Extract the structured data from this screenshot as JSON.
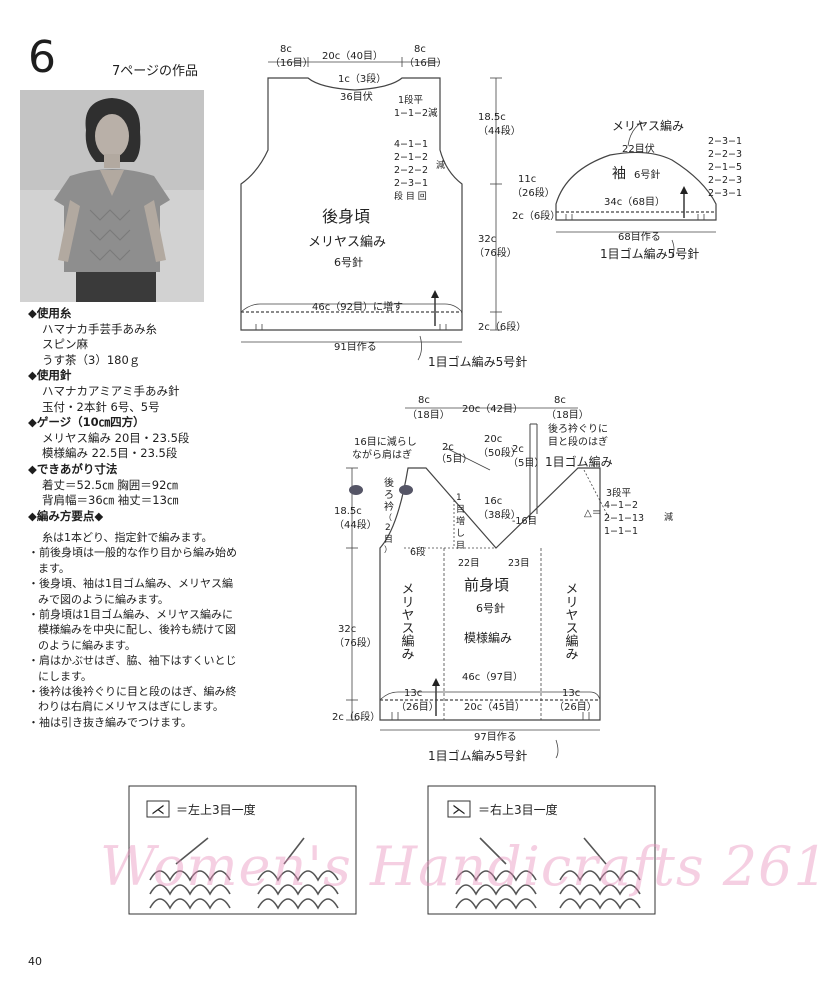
{
  "page": {
    "pattern_number": "6",
    "reference": "7ページの作品",
    "page_number": "40"
  },
  "materials": {
    "yarn_header": "◆使用糸",
    "yarn_lines": [
      "ハマナカ手芸手あみ糸",
      "スピン麻",
      "うす茶（3）180ｇ"
    ],
    "needle_header": "◆使用針",
    "needle_lines": [
      "ハマナカアミアミ手あみ針",
      "玉付・2本針 6号、5号"
    ],
    "gauge_header": "◆ゲージ（10㎝四方）",
    "gauge_lines": [
      "メリヤス編み 20目・23.5段",
      "模様編み 22.5目・23.5段"
    ],
    "size_header": "◆できあがり寸法",
    "size_lines": [
      "着丈＝52.5㎝ 胸囲＝92㎝",
      "背肩幅＝36㎝ 袖丈＝13㎝"
    ],
    "points_header": "◆編み方要点◆"
  },
  "notes": [
    "糸は1本どり、指定針で編みます。",
    "・前後身頃は一般的な作り目から編み始めます。",
    "・後身頃、袖は1目ゴム編み、メリヤス編みで図のように編みます。",
    "・前身頃は1目ゴム編み、メリヤス編みに模様編みを中央に配し、後衿も続けて図のように編みます。",
    "・肩はかぶせはぎ、脇、袖下はすくいとじにします。",
    "・後衿は後衿ぐりに目と段のはぎ、編み終わりは右肩にメリヤスはぎにします。",
    "・袖は引き抜き編みでつけます。"
  ],
  "back": {
    "title": "後身頃",
    "stitch": "メリヤス編み",
    "needle": "6号針",
    "top_left": "8c",
    "top_left_st": "（16目）",
    "top_mid": "20c（40目）",
    "top_right": "8c",
    "top_right_st": "（16目）",
    "neck": "1c（3段）",
    "neck2": "36目伏",
    "neck_rows": [
      "1段平",
      "1−1−2減"
    ],
    "arm_rows": [
      "4−1−1",
      "2−1−2",
      "2−2−2",
      "2−3−1"
    ],
    "arm_label": "減",
    "arm_hdr": "段 目 回",
    "h_upper": "18.5c",
    "h_upper_st": "（44段）",
    "h_lower": "32c",
    "h_lower_st": "（76段）",
    "rib_h": "2c（6段）",
    "inc": "46c（92目）に増す",
    "cast": "91目作る",
    "rib": "1目ゴム編み5号針"
  },
  "sleeve": {
    "title": "袖",
    "needle": "6号針",
    "stitch": "メリヤス編み",
    "bind": "22目伏",
    "rows": [
      "2−3−1",
      "2−2−3",
      "2−1−5",
      "2−2−3",
      "2−3−1"
    ],
    "cap_h": "11c",
    "cap_h_st": "（26段）",
    "rib_h": "2c（6段）",
    "width": "34c（68目）",
    "cast": "68目作る",
    "rib": "1目ゴム編み5号針"
  },
  "front": {
    "title": "前身頃",
    "needle": "6号針",
    "pattern": "模様編み",
    "side": "メリヤス編み",
    "top_left": "8c",
    "top_left_st": "（18目）",
    "top_mid": "20c（42目）",
    "top_right": "8c",
    "top_right_st": "（18目）",
    "neck_depth": "20c",
    "neck_depth_st": "（50段）",
    "v_depth": "16c",
    "v_depth_st": "（38段）",
    "band": "2c",
    "band_st": "（5目）",
    "band_r": "2c",
    "band_r_st": "（5目）",
    "shoulder_note": [
      "16目に減らし",
      "ながら肩はぎ"
    ],
    "collar_note": [
      "後ろ衿ぐりに",
      "目と段のはぎ"
    ],
    "collar_rib": "1目ゴム編み",
    "back_collar": [
      "後",
      "ろ",
      "衿",
      "（",
      "2",
      "目",
      "）"
    ],
    "center_inc": [
      "1",
      "目",
      "増",
      "し",
      "目"
    ],
    "minus16": "-16目",
    "row6": "6段",
    "st22": "22目",
    "st23": "23目",
    "arm_hdr": "3段平",
    "arm_rows": [
      "4−1−2",
      "2−1−13",
      "1−1−1"
    ],
    "arm_tri": "△＝",
    "arm_dec": "減",
    "h_upper": "18.5c",
    "h_upper_st": "（44段）",
    "h_lower": "32c",
    "h_lower_st": "（76段）",
    "rib_h": "2c（6段）",
    "inc": "46c（97目）",
    "b_left": "13c",
    "b_left_st": "（26目）",
    "b_mid": "20c（45目）",
    "b_right": "13c",
    "b_right_st": "（26目）",
    "cast": "97目作る",
    "rib": "1目ゴム編み5号針"
  },
  "legend": {
    "left_sym": "⋌",
    "left_text": "＝左上3目一度",
    "right_sym": "⋋",
    "right_text": "＝右上3目一度"
  },
  "watermark": "Women's Handicrafts 261"
}
